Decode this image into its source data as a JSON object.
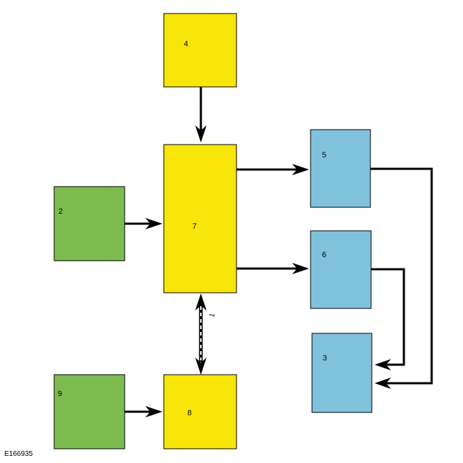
{
  "colors": {
    "yellow": "#f8e50a",
    "green": "#7dbb4e",
    "blue": "#80c2dc",
    "line": "#000000"
  },
  "boxes": {
    "b4": {
      "label": "4",
      "color": "yellow"
    },
    "b7": {
      "label": "7",
      "color": "yellow"
    },
    "b8": {
      "label": "8",
      "color": "yellow"
    },
    "b2": {
      "label": "2",
      "color": "green"
    },
    "b9": {
      "label": "9",
      "color": "green"
    },
    "b5": {
      "label": "5",
      "color": "blue"
    },
    "b6": {
      "label": "6",
      "color": "blue"
    },
    "b3": {
      "label": "3",
      "color": "blue"
    }
  },
  "connection_label": "1",
  "figure_id": "E166935"
}
